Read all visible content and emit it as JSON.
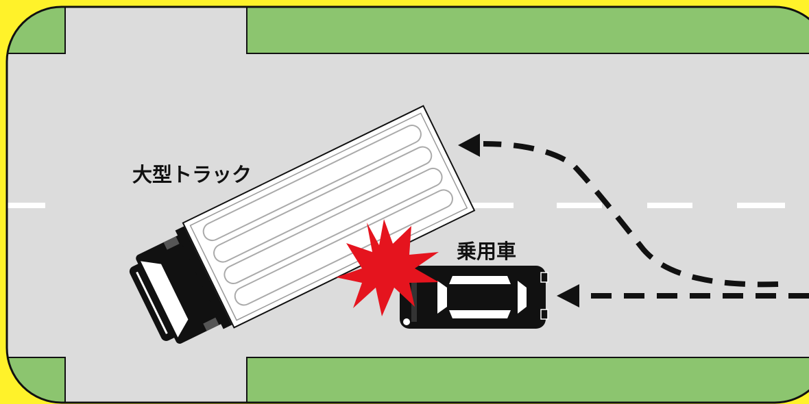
{
  "labels": {
    "truck": "大型トラック",
    "car": "乗用車"
  },
  "colors": {
    "background": "#fff22a",
    "road": "#dcdcdc",
    "grass": "#8cc56f",
    "outline": "#111111",
    "impact": "#e5141e",
    "lane_marking": "#ffffff"
  },
  "vehicles": [
    {
      "name": "truck",
      "type": "large-truck"
    },
    {
      "name": "car",
      "type": "passenger-car"
    }
  ],
  "paths": [
    {
      "name": "car-straight-path",
      "style": "dashed-arrow"
    },
    {
      "name": "truck-u-turn-path",
      "style": "dashed-arrow"
    }
  ]
}
